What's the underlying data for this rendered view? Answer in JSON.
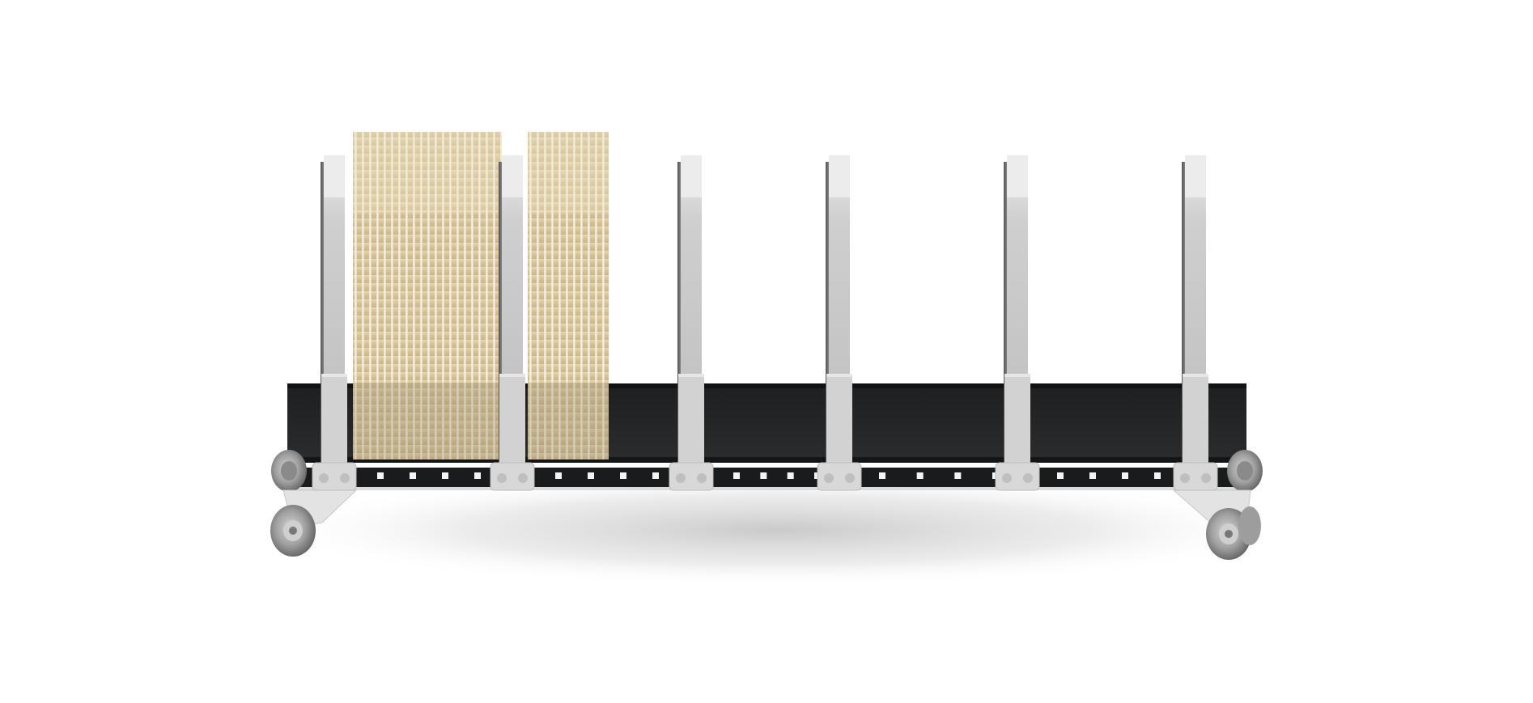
{
  "scene": {
    "subject": "panel-cart",
    "background_color": "#ffffff",
    "colors": {
      "frame": "#232526",
      "frame_edge": "#151617",
      "upright": "#c9c9c9",
      "upright_highlight": "#eeeeee",
      "bracket": "#d6d6d6",
      "slot": "#f4f4f4",
      "panel_wood": "#d9c59a",
      "panel_gap": "#f3ede0",
      "caster_wheel": "#9a9a9a",
      "caster_fork": "#e3e3e3",
      "shadow": "#bdbdbd"
    },
    "upright_count": 6,
    "panel_stack_count": 2
  }
}
